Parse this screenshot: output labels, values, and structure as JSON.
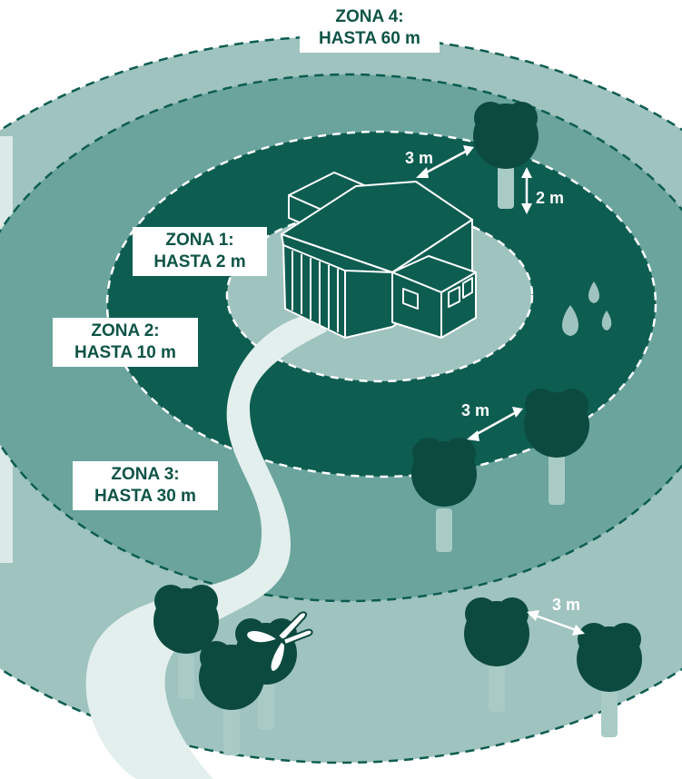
{
  "zones": [
    {
      "id": "zone-4",
      "title": "ZONA 4:",
      "distance": "HASTA 60 m"
    },
    {
      "id": "zone-1",
      "title": "ZONA 1:",
      "distance": "HASTA 2 m"
    },
    {
      "id": "zone-2",
      "title": "ZONA 2:",
      "distance": "HASTA 10 m"
    },
    {
      "id": "zone-3",
      "title": "ZONA 3:",
      "distance": "HASTA 30 m"
    }
  ],
  "measurements": {
    "tree_to_house": "3 m",
    "branch_height": "2 m",
    "tree_spacing_zone2": "3 m",
    "tree_spacing_zone3": "3 m"
  },
  "colors": {
    "zone4": "#9fc3bf",
    "zone3": "#6aa49d",
    "zone2": "#0d5d50",
    "zone1": "#9fc3bf",
    "path": "#e2efed",
    "trunk": "#a9cbc6",
    "tree": "#0c4a3f",
    "label_text": "#0e5447"
  },
  "icons": [
    "house-icon",
    "water-drops-icon",
    "pruning-shears-icon",
    "tree-icon",
    "path-icon"
  ]
}
